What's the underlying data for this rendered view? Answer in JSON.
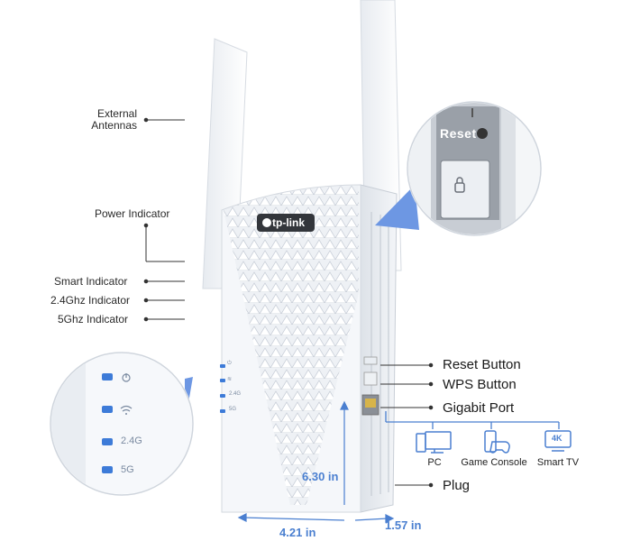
{
  "brand": {
    "logo_text": "tp-link"
  },
  "left_labels": {
    "external_antennas_line1": "External",
    "external_antennas_line2": "Antennas",
    "power_indicator": "Power Indicator",
    "smart_indicator": "Smart Indicator",
    "indicator_24": "2.4Ghz Indicator",
    "indicator_5": "5Ghz Indicator"
  },
  "right_labels": {
    "reset_button": "Reset Button",
    "wps_button": "WPS Button",
    "gigabit_port": "Gigabit Port",
    "plug": "Plug"
  },
  "zoom_right": {
    "reset_text": "Reset"
  },
  "zoom_left": {
    "band_24": "2.4G",
    "band_5": "5G"
  },
  "devices": [
    {
      "name": "PC",
      "icon": "pc-icon"
    },
    {
      "name": "Game Console",
      "icon": "game-console-icon"
    },
    {
      "name": "Smart TV",
      "icon": "smart-tv-icon",
      "badge": "4K"
    }
  ],
  "dimensions": {
    "height": "6.30 in",
    "width": "4.21 in",
    "depth": "1.57 in"
  },
  "colors": {
    "accent_blue": "#4a7fd0",
    "led_blue": "#3d7bd8",
    "body_white": "#f4f6f9"
  }
}
